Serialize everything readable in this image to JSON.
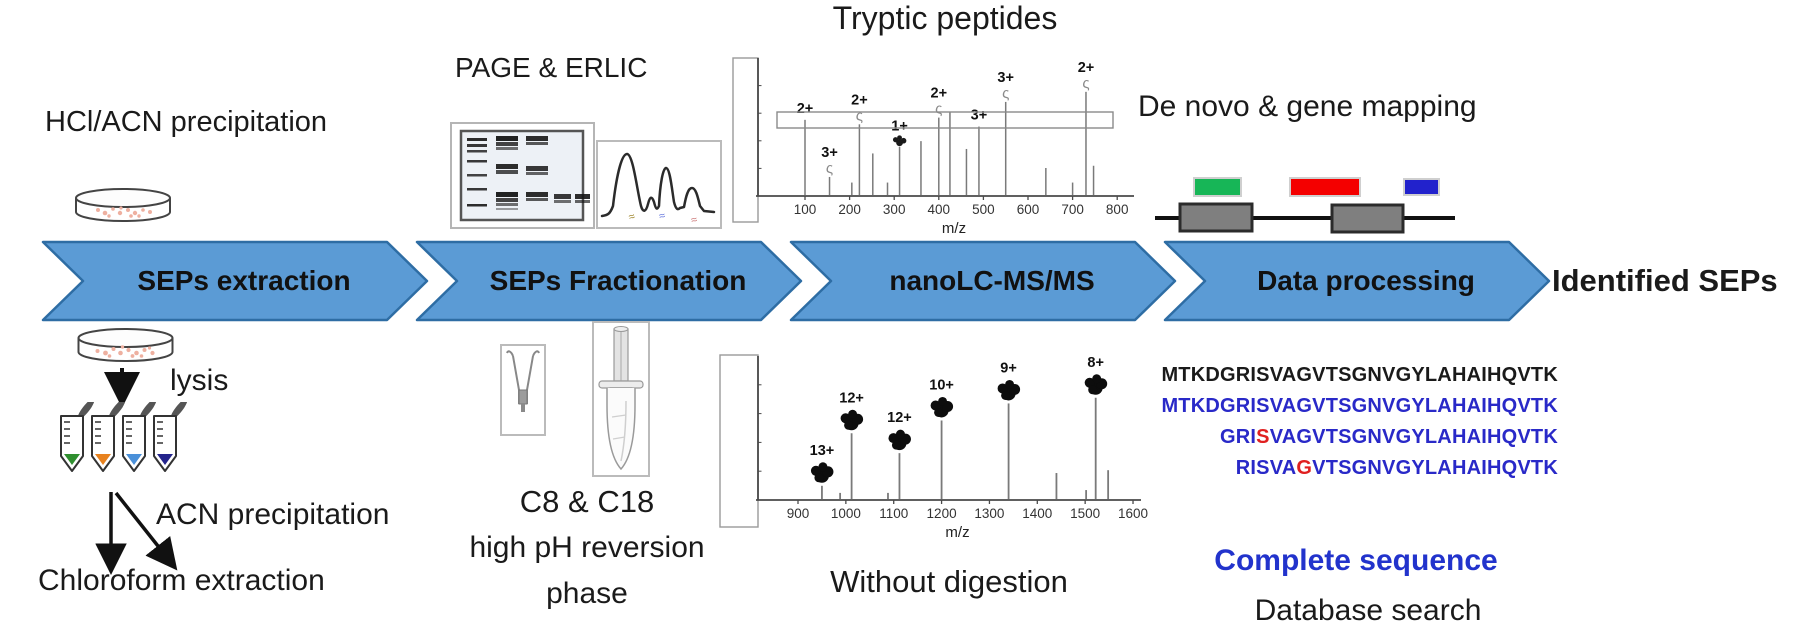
{
  "sections": {
    "extraction": {
      "label_top": "HCl/ACN precipitation",
      "step_label": "SEPs extraction",
      "lysis_label": "lysis",
      "acn_label": "ACN precipitation",
      "chloroform_label": "Chloroform extraction",
      "tube_tip_colors": [
        "#2f8f2f",
        "#e8821e",
        "#4a90d9",
        "#24248c"
      ]
    },
    "fractionation": {
      "label_top": "PAGE & ERLIC",
      "step_label": "SEPs Fractionation",
      "label_bottom_line1": "C8 & C18",
      "label_bottom_line2": "high pH reversion",
      "label_bottom_line3": "phase"
    },
    "ms": {
      "label_top": "Tryptic peptides",
      "step_label": "nanoLC-MS/MS",
      "label_bottom": "Without digestion"
    },
    "processing": {
      "label_top": "De novo & gene mapping",
      "step_label": "Data processing",
      "gene_map_colors": {
        "peptide_boxes": [
          "#17b657",
          "#f40000",
          "#2222cc"
        ],
        "exon_fill": "#7f7f7f"
      },
      "sequences": [
        {
          "parts": [
            {
              "text": "MTKDGRISVAGVTSGNVGYLAHAIHQVTK",
              "color": "black"
            }
          ]
        },
        {
          "parts": [
            {
              "text": "MTKDGRISVAGVTSGNVGYLAHAIHQVTK",
              "color": "blue"
            }
          ]
        },
        {
          "parts": [
            {
              "text": "GRI",
              "color": "blue"
            },
            {
              "text": "S",
              "color": "red"
            },
            {
              "text": "VAGVTSGNVGYLAHAIHQVTK",
              "color": "blue"
            }
          ]
        },
        {
          "parts": [
            {
              "text": "RISVA",
              "color": "blue"
            },
            {
              "text": "G",
              "color": "red"
            },
            {
              "text": "VTSGNVGYLAHAIHQVTK",
              "color": "blue"
            }
          ]
        }
      ],
      "complete_sequence_label": "Complete sequence",
      "database_search_label": "Database search"
    }
  },
  "result_label": "Identified SEPs",
  "colors": {
    "arrow_fill": "#5b9bd5",
    "arrow_border": "#2e6da4",
    "sequence_blue": "#2929c8",
    "sequence_red": "#e02020",
    "complete_sequence_blue": "#2233cc"
  },
  "icons": {
    "petri_dish_top": "petri-dish",
    "petri_dish_bottom": "petri-dish",
    "gel": "sds-page-gel",
    "chromatogram": "chromatogram-trace",
    "tubes": "microcentrifuge-tubes",
    "stage_tip": "c8-stage-tip",
    "spin_column": "c18-spin-column",
    "gene_map": "gene-mapping-diagram"
  },
  "chart_data": [
    {
      "type": "bar",
      "title": "Tryptic peptides",
      "xlabel": "m/z",
      "xlim": [
        60,
        810
      ],
      "x_ticks": [
        100,
        200,
        300,
        400,
        500,
        600,
        700,
        800
      ],
      "grid": false,
      "offscale_peak_box": true,
      "peaks": [
        {
          "mz": 100,
          "rel": 0.68,
          "charge": "2+"
        },
        {
          "mz": 155,
          "rel": 0.17,
          "charge": "3+",
          "marker": "coil"
        },
        {
          "mz": 205,
          "rel": 0.12
        },
        {
          "mz": 222,
          "rel": 0.64,
          "charge": "2+",
          "marker": "coil"
        },
        {
          "mz": 252,
          "rel": 0.38
        },
        {
          "mz": 285,
          "rel": 0.12
        },
        {
          "mz": 312,
          "rel": 0.44,
          "charge": "1+",
          "marker": "dot"
        },
        {
          "mz": 360,
          "rel": 0.49
        },
        {
          "mz": 400,
          "rel": 0.7,
          "charge": "2+",
          "marker": "coil"
        },
        {
          "mz": 425,
          "rel": 0.75
        },
        {
          "mz": 462,
          "rel": 0.42
        },
        {
          "mz": 490,
          "rel": 0.62,
          "charge": "3+"
        },
        {
          "mz": 550,
          "rel": 0.84,
          "charge": "3+",
          "marker": "coil"
        },
        {
          "mz": 640,
          "rel": 0.25
        },
        {
          "mz": 700,
          "rel": 0.12
        },
        {
          "mz": 730,
          "rel": 0.93,
          "charge": "2+",
          "marker": "coil"
        },
        {
          "mz": 747,
          "rel": 0.27
        }
      ]
    },
    {
      "type": "bar",
      "title": "Without digestion",
      "xlabel": "m/z",
      "xlim": [
        850,
        1620
      ],
      "x_ticks": [
        900,
        1000,
        1100,
        1200,
        1300,
        1400,
        1500,
        1600
      ],
      "grid": false,
      "offscale_peak_box": true,
      "peaks": [
        {
          "mz": 950,
          "rel": 0.1,
          "charge": "13+",
          "marker": "blob"
        },
        {
          "mz": 988,
          "rel": 0.05
        },
        {
          "mz": 1012,
          "rel": 0.47,
          "charge": "12+",
          "marker": "blob"
        },
        {
          "mz": 1088,
          "rel": 0.05
        },
        {
          "mz": 1112,
          "rel": 0.33,
          "charge": "12+",
          "marker": "blob"
        },
        {
          "mz": 1200,
          "rel": 0.56,
          "charge": "10+",
          "marker": "blob"
        },
        {
          "mz": 1340,
          "rel": 0.68,
          "charge": "9+",
          "marker": "blob"
        },
        {
          "mz": 1440,
          "rel": 0.19
        },
        {
          "mz": 1502,
          "rel": 0.07
        },
        {
          "mz": 1522,
          "rel": 0.72,
          "charge": "8+",
          "marker": "blob"
        },
        {
          "mz": 1548,
          "rel": 0.21
        }
      ]
    }
  ]
}
